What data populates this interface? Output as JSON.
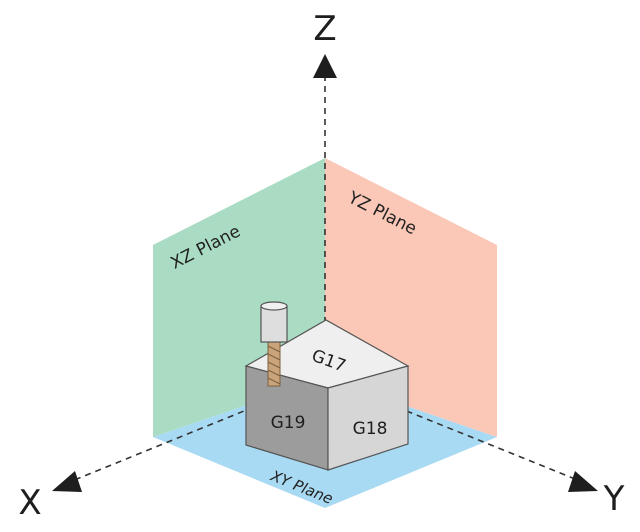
{
  "axes": {
    "x": "X",
    "y": "Y",
    "z": "Z"
  },
  "planes": {
    "xz": "XZ Plane",
    "yz": "YZ Plane",
    "xy": "XY Plane"
  },
  "block_faces": {
    "top": "G17",
    "front": "G19",
    "side": "G18"
  },
  "colors": {
    "xz_plane": "#a9dcc2",
    "yz_plane": "#fbc8b8",
    "xy_plane": "#a9daf3",
    "block_top": "#efefef",
    "block_front": "#9c9c9c",
    "block_side": "#d6d6d6",
    "tool": "#c9a47a",
    "axis": "#333333"
  },
  "icons": {
    "tool": "end-mill-icon"
  }
}
